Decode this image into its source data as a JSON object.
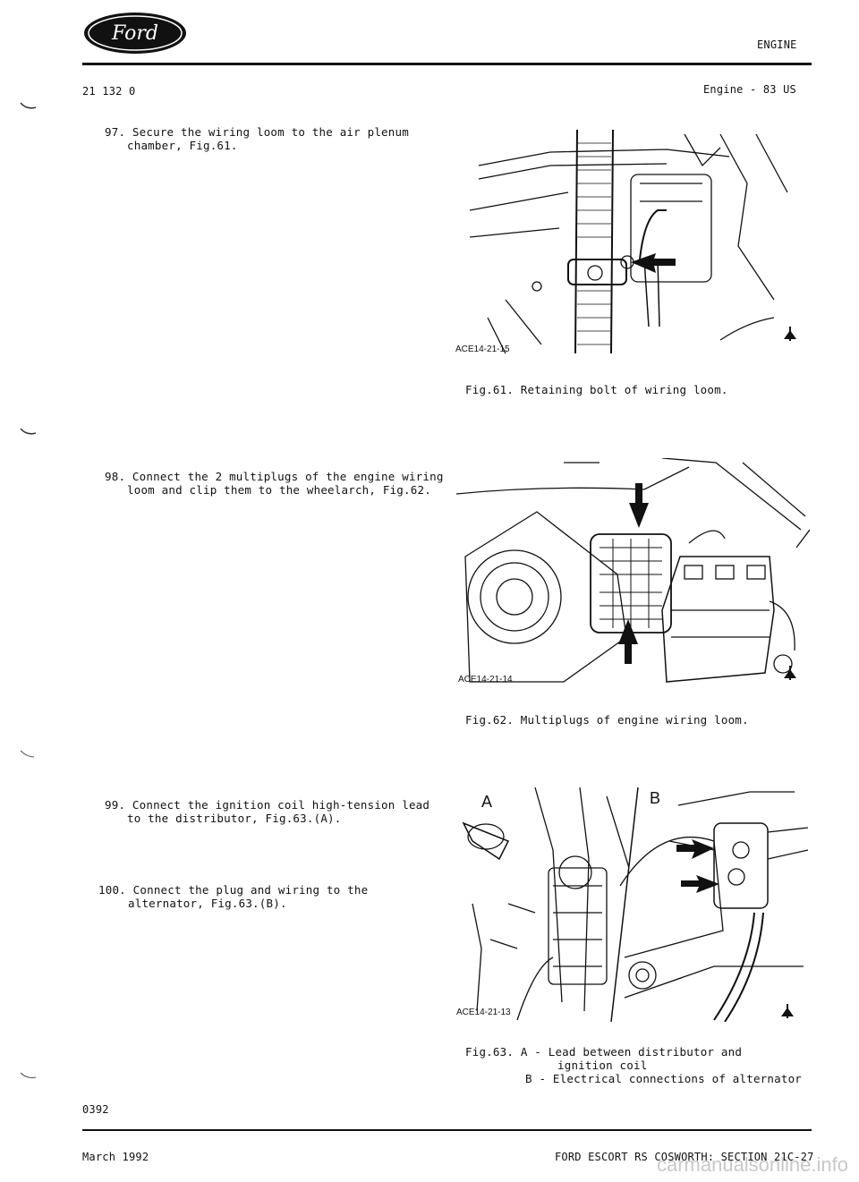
{
  "header": {
    "section": "ENGINE",
    "doc_ref": "21 132 0",
    "subtitle": "Engine - 83 US"
  },
  "logo": {
    "text": "Ford"
  },
  "steps": [
    {
      "number": "97.",
      "line1": "Secure the wiring loom to the air plenum",
      "line2": "chamber, Fig.61."
    },
    {
      "number": "98.",
      "line1": "Connect the 2 multiplugs of the engine wiring",
      "line2": "loom and clip them to the wheelarch, Fig.62."
    },
    {
      "number": "99.",
      "line1": "Connect the ignition coil high-tension lead",
      "line2": "to the distributor, Fig.63.(A)."
    },
    {
      "number": "100.",
      "line1": "Connect the plug and wiring to the",
      "line2": "alternator, Fig.63.(B)."
    }
  ],
  "figures": [
    {
      "id": "ACE14-21-15",
      "caption": "Fig.61. Retaining bolt of wiring loom."
    },
    {
      "id": "ACE14-21-14",
      "caption": "Fig.62. Multiplugs of engine wiring loom."
    },
    {
      "id": "ACE14-21-13",
      "caption_prefix": "Fig.63.",
      "caption_lines": [
        "A - Lead between distributor and",
        "ignition coil",
        "B - Electrical connections of alternator"
      ],
      "label_a": "A",
      "label_b": "B"
    }
  ],
  "footer": {
    "page_code": "0392",
    "date": "March 1992",
    "section_title": "FORD ESCORT RS COSWORTH: SECTION 21C-27"
  },
  "watermark": "carmanualsonline.info"
}
